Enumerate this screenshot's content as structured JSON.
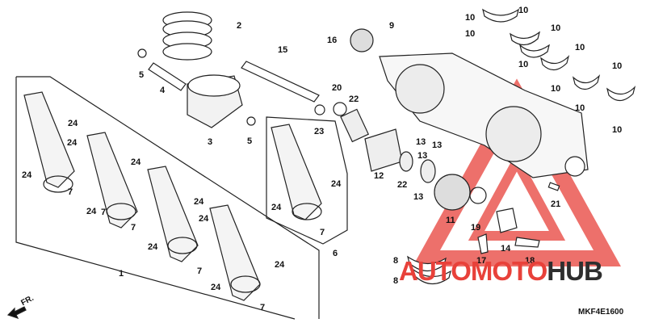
{
  "diagram": {
    "code": "MKF4E1600",
    "direction": "FR.",
    "labels": [
      {
        "text": "1"
      },
      {
        "text": "2"
      },
      {
        "text": "3"
      },
      {
        "text": "4"
      },
      {
        "text": "5"
      },
      {
        "text": "5"
      },
      {
        "text": "6"
      },
      {
        "text": "7"
      },
      {
        "text": "7"
      },
      {
        "text": "7"
      },
      {
        "text": "7"
      },
      {
        "text": "7"
      },
      {
        "text": "7"
      },
      {
        "text": "8"
      },
      {
        "text": "8"
      },
      {
        "text": "9"
      },
      {
        "text": "10"
      },
      {
        "text": "10"
      },
      {
        "text": "10"
      },
      {
        "text": "10"
      },
      {
        "text": "10"
      },
      {
        "text": "10"
      },
      {
        "text": "10"
      },
      {
        "text": "10"
      },
      {
        "text": "10"
      },
      {
        "text": "10"
      },
      {
        "text": "11"
      },
      {
        "text": "12"
      },
      {
        "text": "13"
      },
      {
        "text": "13"
      },
      {
        "text": "13"
      },
      {
        "text": "13"
      },
      {
        "text": "14"
      },
      {
        "text": "15"
      },
      {
        "text": "16"
      },
      {
        "text": "17"
      },
      {
        "text": "18"
      },
      {
        "text": "19"
      },
      {
        "text": "20"
      },
      {
        "text": "21"
      },
      {
        "text": "22"
      },
      {
        "text": "22"
      },
      {
        "text": "23"
      },
      {
        "text": "24"
      },
      {
        "text": "24"
      },
      {
        "text": "24"
      },
      {
        "text": "24"
      },
      {
        "text": "24"
      },
      {
        "text": "24"
      },
      {
        "text": "24"
      },
      {
        "text": "24"
      },
      {
        "text": "24"
      },
      {
        "text": "24"
      },
      {
        "text": "24"
      },
      {
        "text": "24"
      }
    ]
  },
  "watermark": {
    "part1": "AUTOMOTO",
    "part2": "HUB",
    "accent_color": "#e8413a",
    "dark_color": "#2e2e2e"
  }
}
